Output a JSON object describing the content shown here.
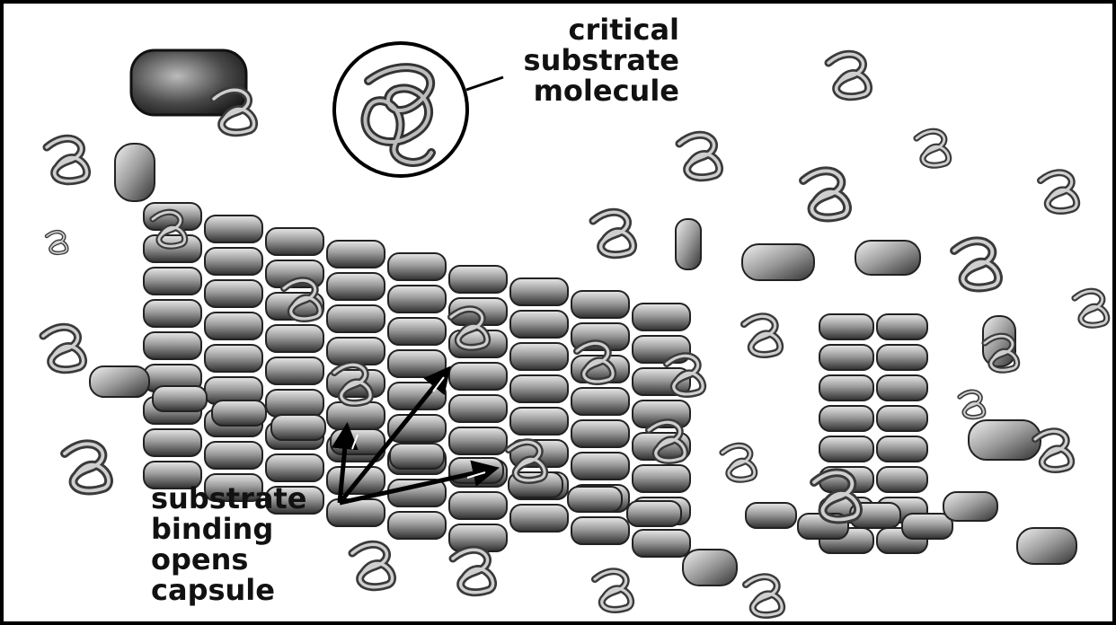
{
  "labels": {
    "critical_substrate": [
      "critical",
      "substrate",
      "molecule"
    ],
    "substrate_binding": [
      "substrate",
      "binding",
      "opens",
      "capsule"
    ]
  },
  "colors": {
    "background": "#ffffff",
    "ink": "#111111",
    "border": "#000000",
    "capsule_dark": "#3a3a3a",
    "capsule_light": "#e6e6e6"
  }
}
